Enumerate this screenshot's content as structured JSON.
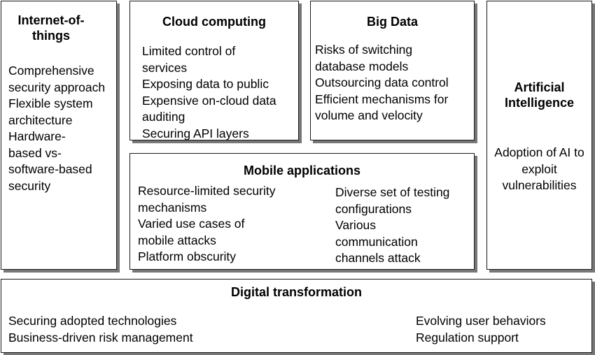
{
  "boxes": {
    "iot": {
      "title": "Internet-of-things",
      "items": [
        "Comprehensive security approach",
        "Flexible system architecture",
        "Hardware-based vs-software-based security"
      ]
    },
    "cloud": {
      "title": "Cloud computing",
      "items": [
        "Limited control of services",
        "Exposing data to public",
        "Expensive on-cloud data auditing",
        "Securing API layers"
      ]
    },
    "bigdata": {
      "title": "Big Data",
      "items": [
        "Risks of switching database models",
        "Outsourcing data control",
        "Efficient mechanisms for volume and velocity"
      ]
    },
    "ai": {
      "title": "Artificial Intelligence",
      "items": [
        "Adoption of AI to exploit vulnerabilities"
      ]
    },
    "mobile": {
      "title": "Mobile applications",
      "items_left": [
        "Resource-limited security mechanisms",
        "Varied use cases of mobile attacks",
        "Platform obscurity"
      ],
      "items_right": [
        "Diverse set of testing configurations",
        "Various communication channels attack"
      ]
    },
    "digital": {
      "title": "Digital transformation",
      "items_left": [
        "Securing adopted technologies",
        "Business-driven risk management"
      ],
      "items_right": [
        "Evolving user behaviors",
        "Regulation support"
      ]
    }
  }
}
